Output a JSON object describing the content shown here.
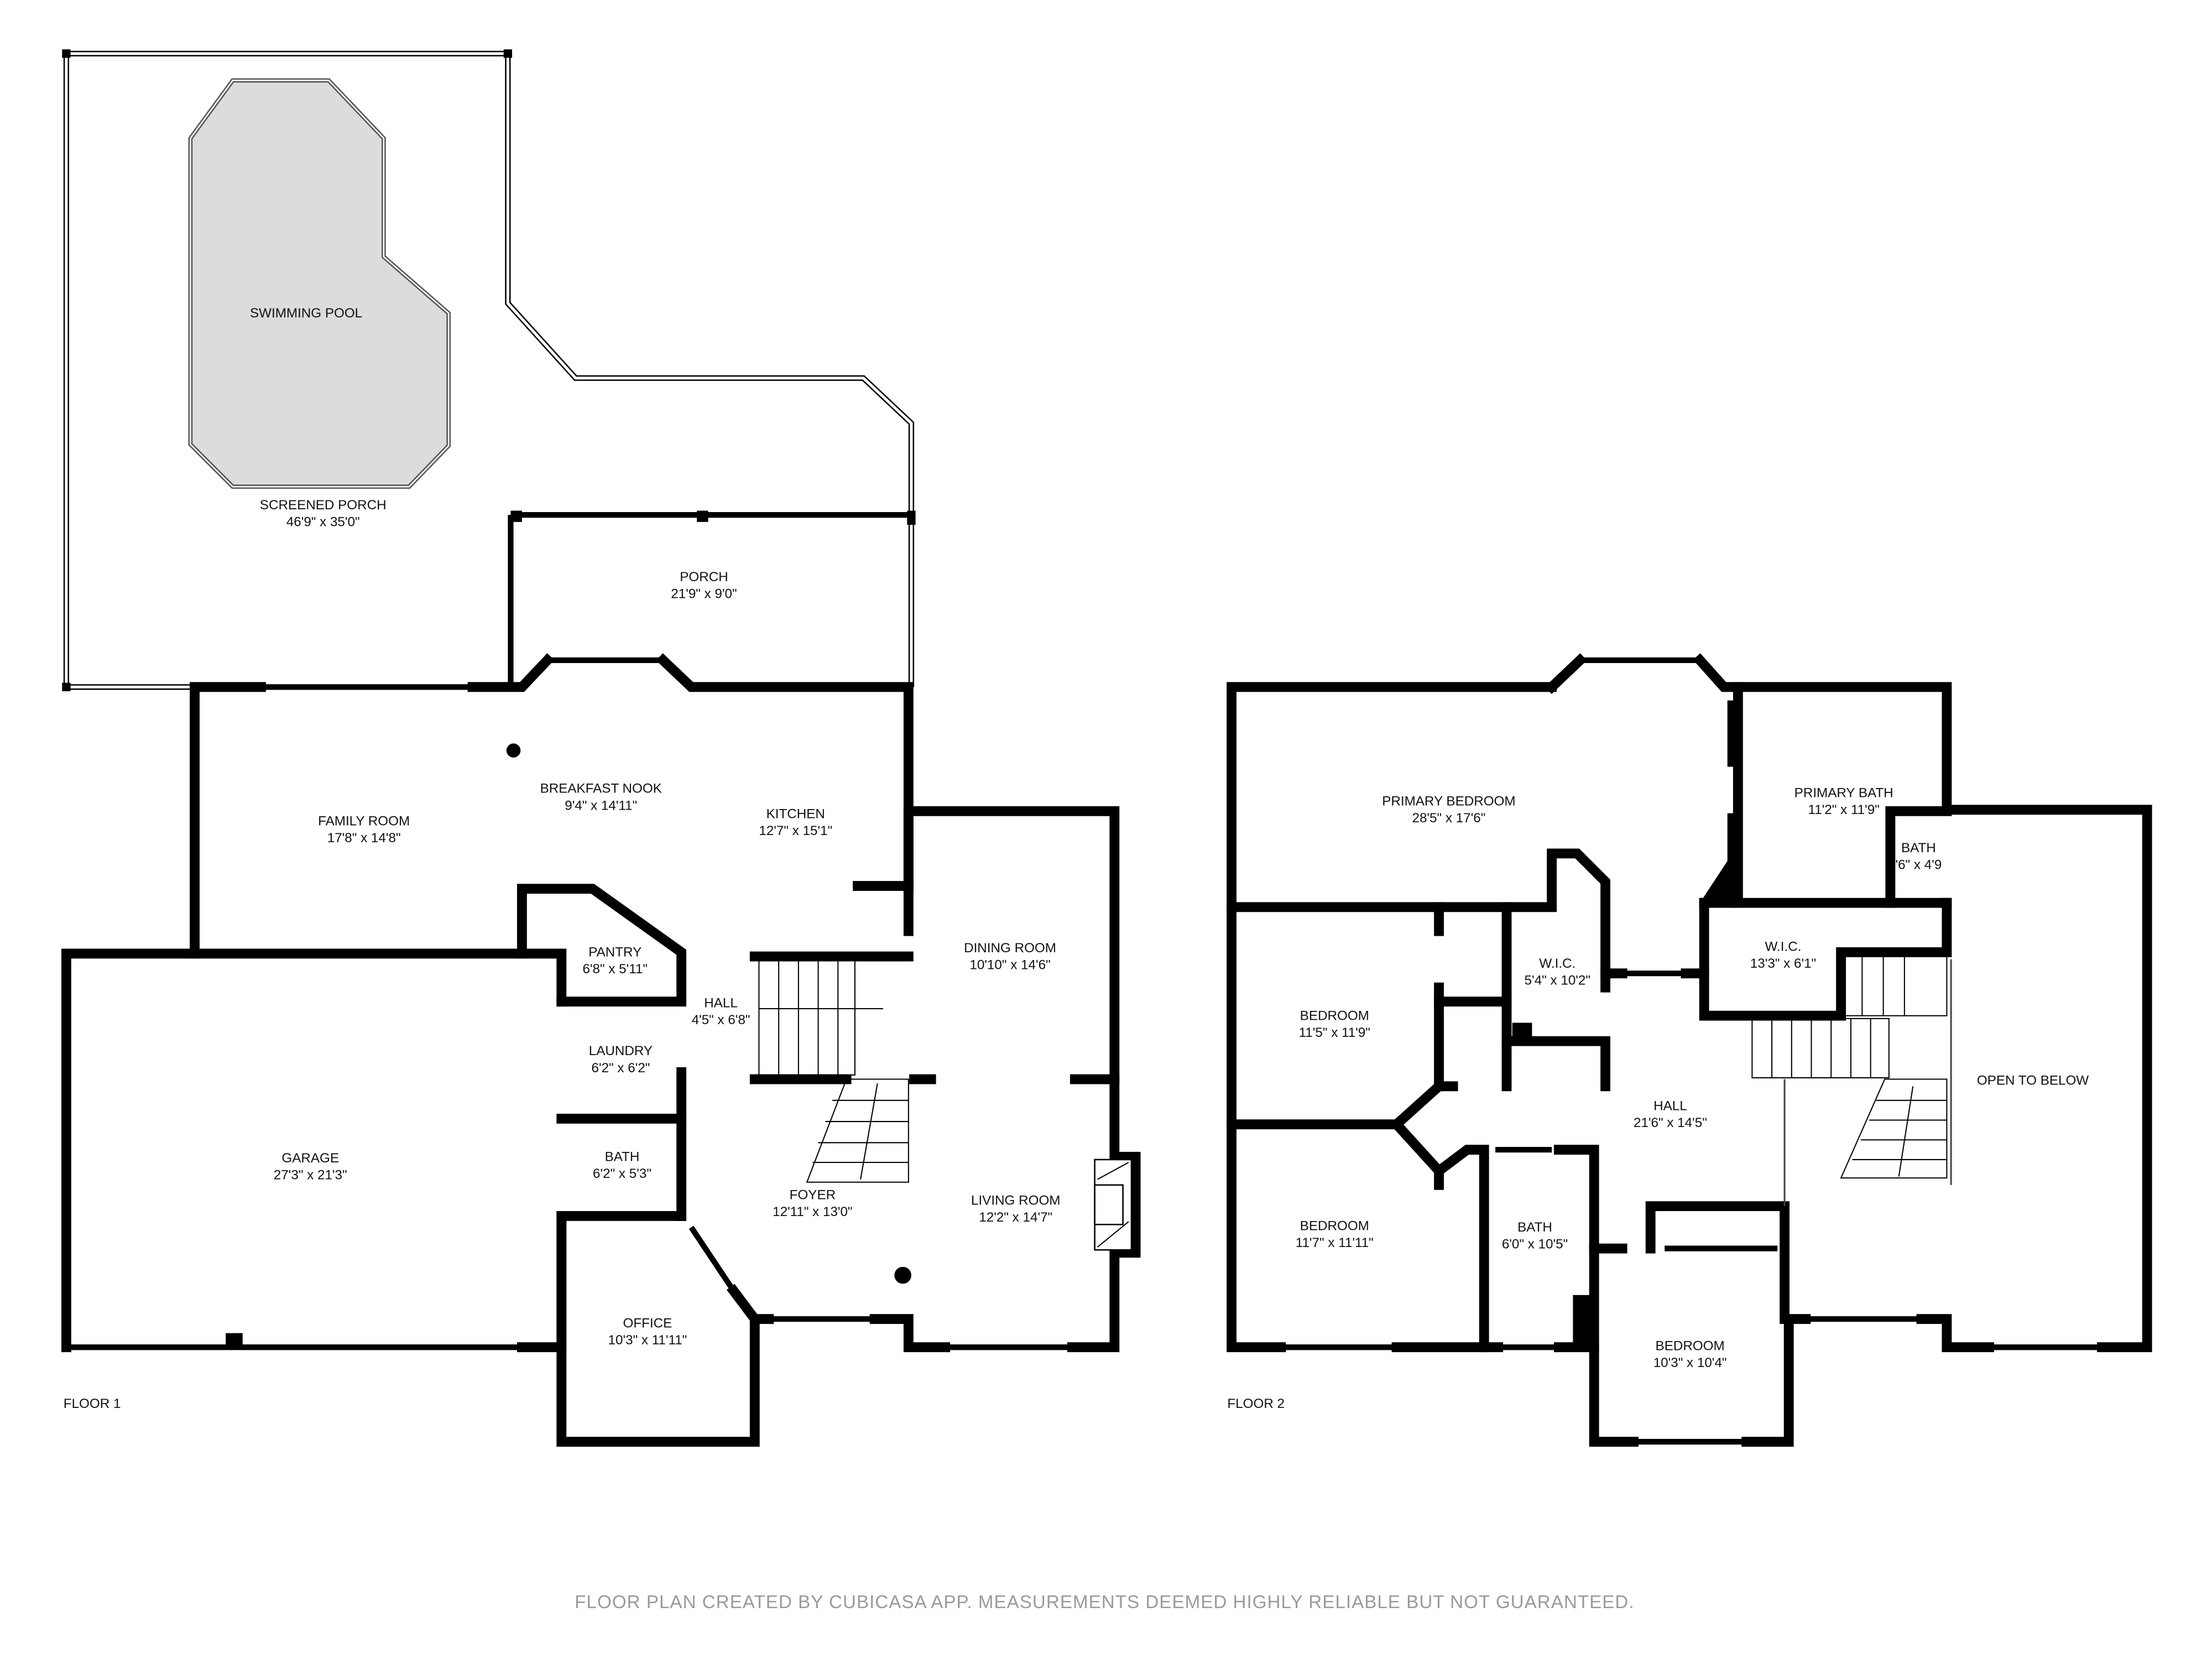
{
  "floor1": {
    "label": "FLOOR 1",
    "rooms": [
      {
        "name": "SWIMMING POOL",
        "size": ""
      },
      {
        "name": "SCREENED PORCH",
        "size": "46'9\" x 35'0\""
      },
      {
        "name": "PORCH",
        "size": "21'9\" x 9'0\""
      },
      {
        "name": "FAMILY ROOM",
        "size": "17'8\" x 14'8\""
      },
      {
        "name": "BREAKFAST NOOK",
        "size": "9'4\" x 14'11\""
      },
      {
        "name": "KITCHEN",
        "size": "12'7\" x 15'1\""
      },
      {
        "name": "PANTRY",
        "size": "6'8\" x 5'11\""
      },
      {
        "name": "HALL",
        "size": "4'5\" x 6'8\""
      },
      {
        "name": "DINING ROOM",
        "size": "10'10\" x 14'6\""
      },
      {
        "name": "LAUNDRY",
        "size": "6'2\" x 6'2\""
      },
      {
        "name": "BATH",
        "size": "6'2\" x 5'3\""
      },
      {
        "name": "GARAGE",
        "size": "27'3\" x 21'3\""
      },
      {
        "name": "FOYER",
        "size": "12'11\" x 13'0\""
      },
      {
        "name": "LIVING ROOM",
        "size": "12'2\" x 14'7\""
      },
      {
        "name": "OFFICE",
        "size": "10'3\" x 11'11\""
      }
    ]
  },
  "floor2": {
    "label": "FLOOR 2",
    "rooms": [
      {
        "name": "PRIMARY BEDROOM",
        "size": "28'5\" x 17'6\""
      },
      {
        "name": "PRIMARY BATH",
        "size": "11'2\" x 11'9\""
      },
      {
        "name": "BATH",
        "size": "'6\" x 4'9"
      },
      {
        "name": "W.I.C.",
        "size": "5'4\" x 10'2\""
      },
      {
        "name": "W.I.C.",
        "size": "13'3\" x 6'1\""
      },
      {
        "name": "BEDROOM",
        "size": "11'5\" x 11'9\""
      },
      {
        "name": "HALL",
        "size": "21'6\" x 14'5\""
      },
      {
        "name": "OPEN TO BELOW",
        "size": ""
      },
      {
        "name": "BEDROOM",
        "size": "11'7\" x 11'11\""
      },
      {
        "name": "BATH",
        "size": "6'0\" x 10'5\""
      },
      {
        "name": "BEDROOM",
        "size": "10'3\" x 10'4\""
      }
    ]
  },
  "footer": "FLOOR PLAN CREATED BY CUBICASA APP. MEASUREMENTS DEEMED HIGHLY RELIABLE BUT NOT GUARANTEED.",
  "colors": {
    "walls": "#000000",
    "pool_fill": "#dcdcdc",
    "footer_text": "#9a9a9a"
  }
}
